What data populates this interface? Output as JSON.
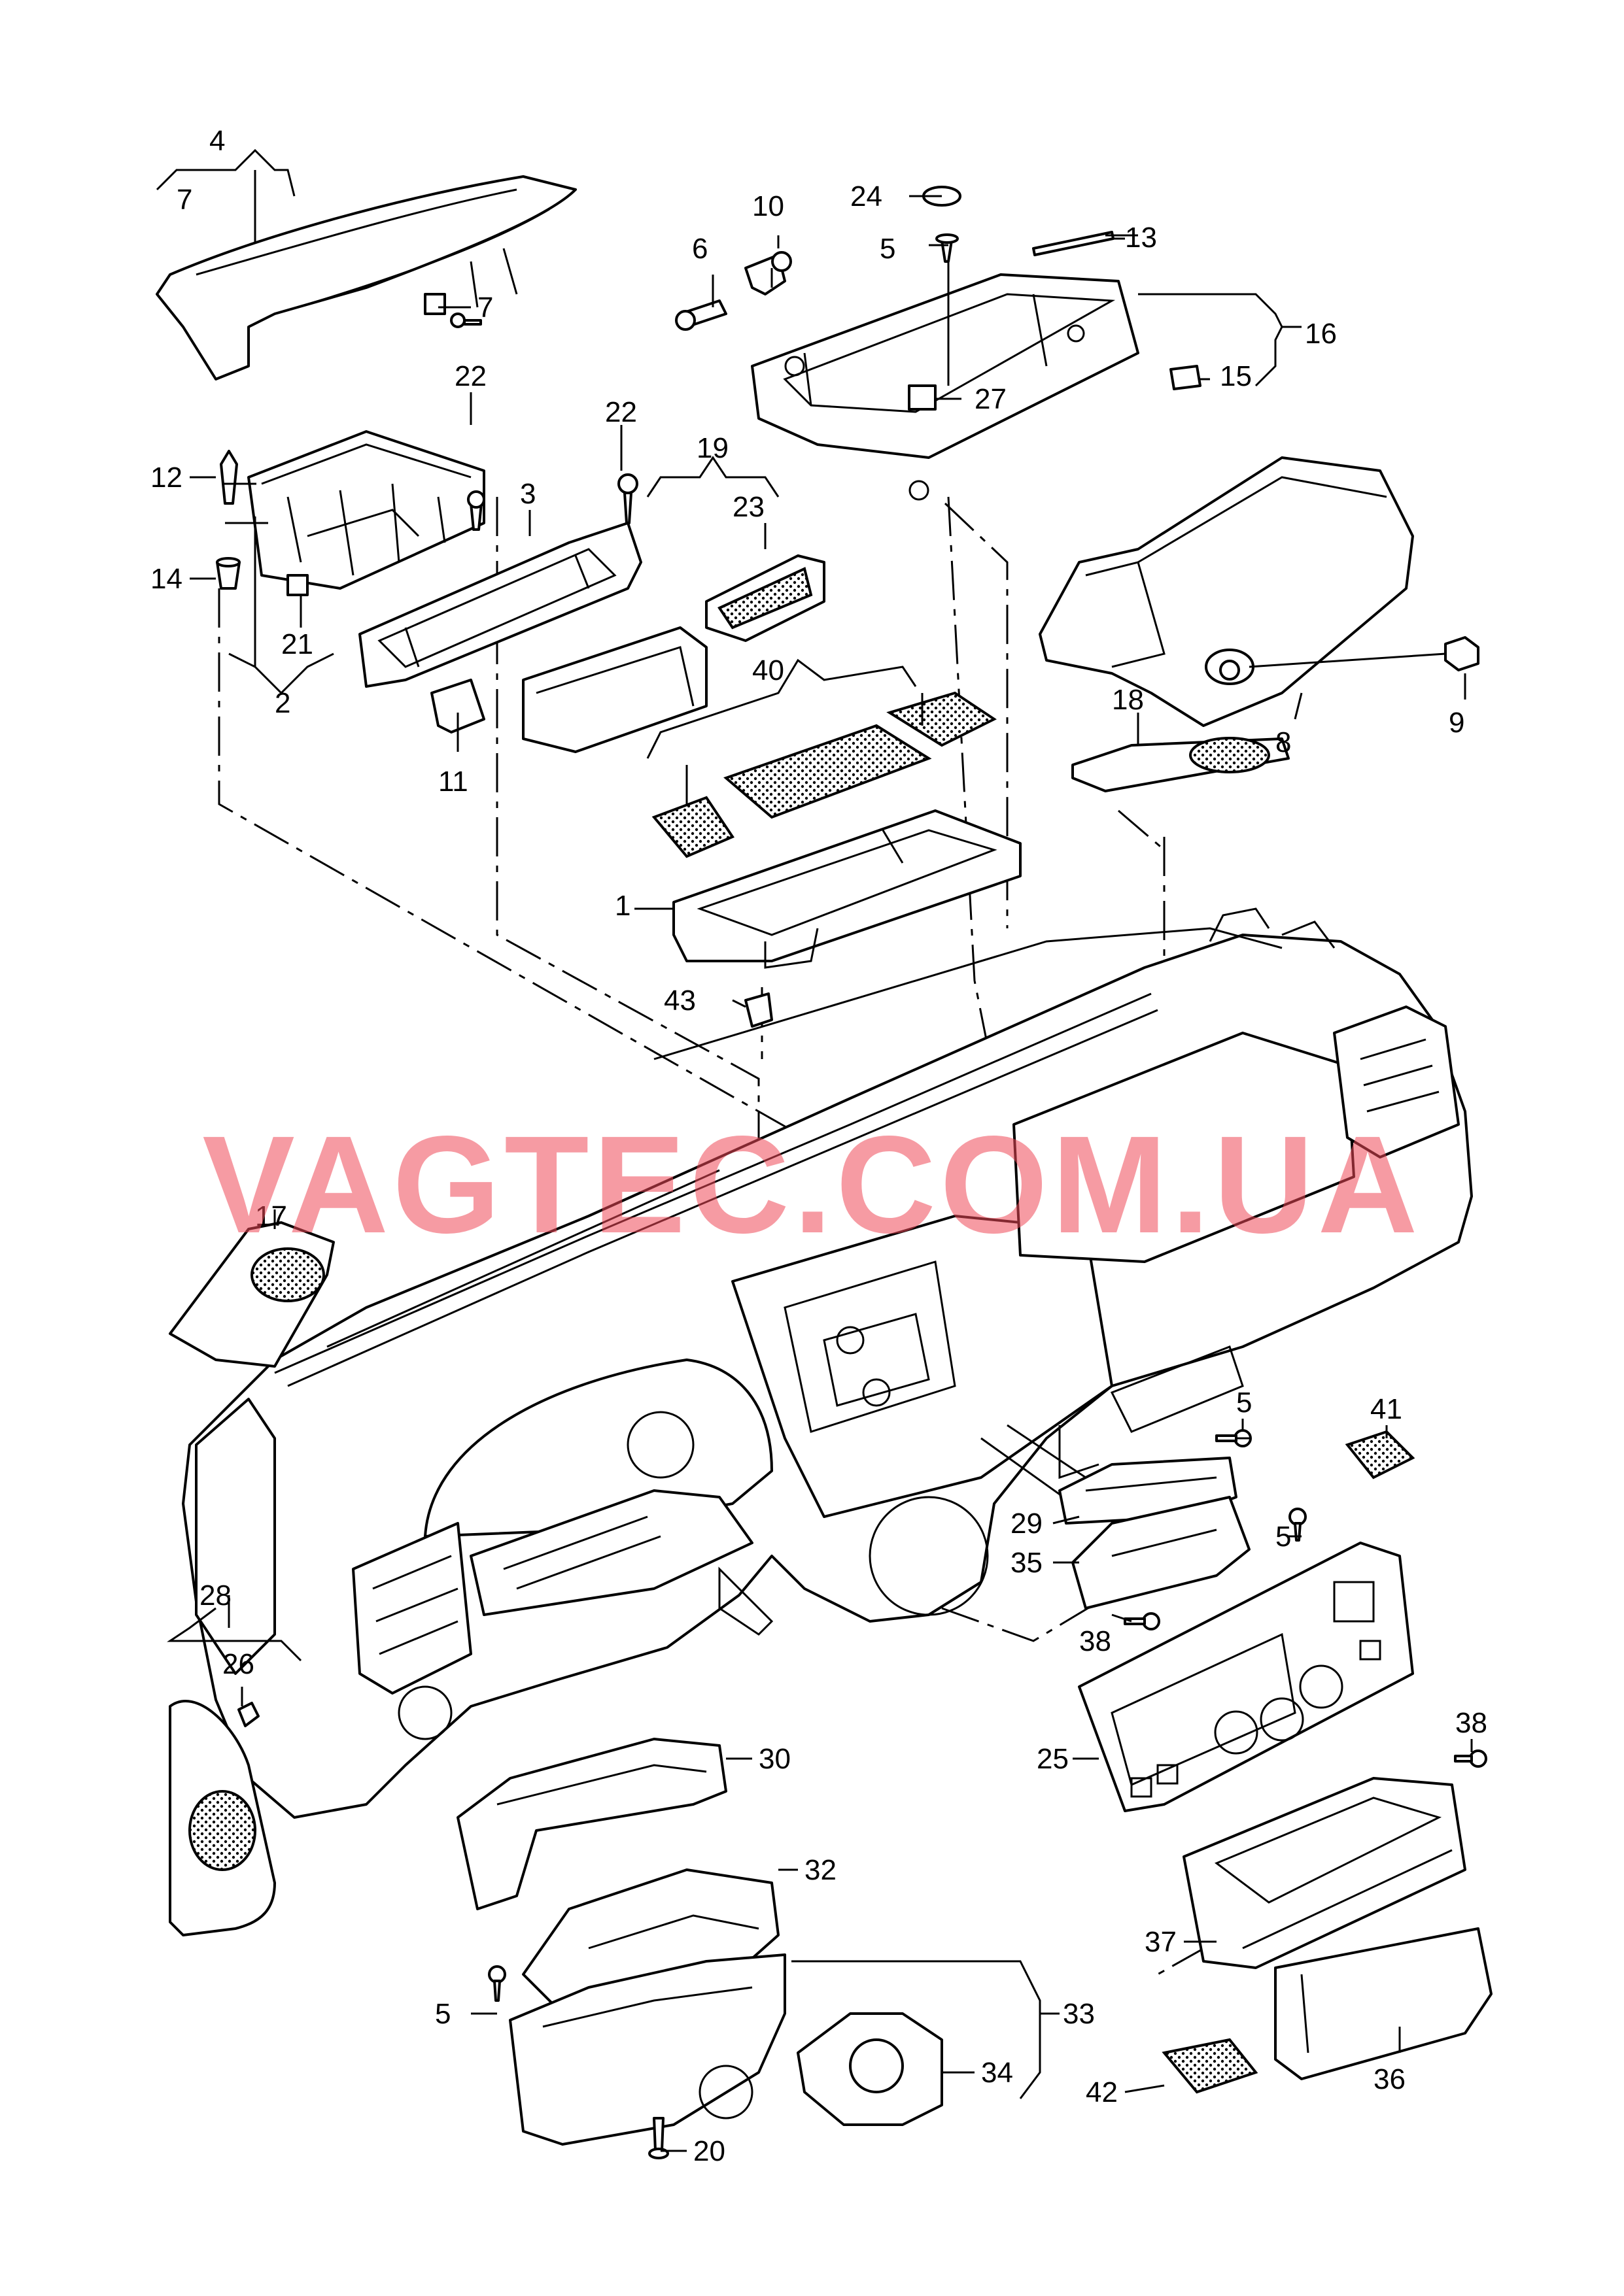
{
  "watermark": "VAGTEC.COM.UA",
  "colors": {
    "line": "#000000",
    "background": "#ffffff",
    "watermark": "#EE4858"
  },
  "callouts": [
    {
      "id": "c1",
      "text": "1"
    },
    {
      "id": "c2",
      "text": "2"
    },
    {
      "id": "c3",
      "text": "3"
    },
    {
      "id": "c4",
      "text": "4"
    },
    {
      "id": "c5a",
      "text": "5"
    },
    {
      "id": "c5b",
      "text": "5"
    },
    {
      "id": "c5c",
      "text": "5"
    },
    {
      "id": "c5d",
      "text": "5"
    },
    {
      "id": "c6",
      "text": "6"
    },
    {
      "id": "c7a",
      "text": "7"
    },
    {
      "id": "c7b",
      "text": "7"
    },
    {
      "id": "c8",
      "text": "8"
    },
    {
      "id": "c9",
      "text": "9"
    },
    {
      "id": "c10",
      "text": "10"
    },
    {
      "id": "c11",
      "text": "11"
    },
    {
      "id": "c12",
      "text": "12"
    },
    {
      "id": "c13",
      "text": "13"
    },
    {
      "id": "c14",
      "text": "14"
    },
    {
      "id": "c15",
      "text": "15"
    },
    {
      "id": "c16",
      "text": "16"
    },
    {
      "id": "c17",
      "text": "17"
    },
    {
      "id": "c18",
      "text": "18"
    },
    {
      "id": "c19",
      "text": "19"
    },
    {
      "id": "c20",
      "text": "20"
    },
    {
      "id": "c21",
      "text": "21"
    },
    {
      "id": "c22a",
      "text": "22"
    },
    {
      "id": "c22b",
      "text": "22"
    },
    {
      "id": "c23",
      "text": "23"
    },
    {
      "id": "c24",
      "text": "24"
    },
    {
      "id": "c25",
      "text": "25"
    },
    {
      "id": "c26",
      "text": "26"
    },
    {
      "id": "c27",
      "text": "27"
    },
    {
      "id": "c28",
      "text": "28"
    },
    {
      "id": "c29",
      "text": "29"
    },
    {
      "id": "c30",
      "text": "30"
    },
    {
      "id": "c32",
      "text": "32"
    },
    {
      "id": "c33",
      "text": "33"
    },
    {
      "id": "c34",
      "text": "34"
    },
    {
      "id": "c35",
      "text": "35"
    },
    {
      "id": "c36",
      "text": "36"
    },
    {
      "id": "c37",
      "text": "37"
    },
    {
      "id": "c38a",
      "text": "38"
    },
    {
      "id": "c38b",
      "text": "38"
    },
    {
      "id": "c40",
      "text": "40"
    },
    {
      "id": "c41",
      "text": "41"
    },
    {
      "id": "c42",
      "text": "42"
    },
    {
      "id": "c43",
      "text": "43"
    }
  ]
}
